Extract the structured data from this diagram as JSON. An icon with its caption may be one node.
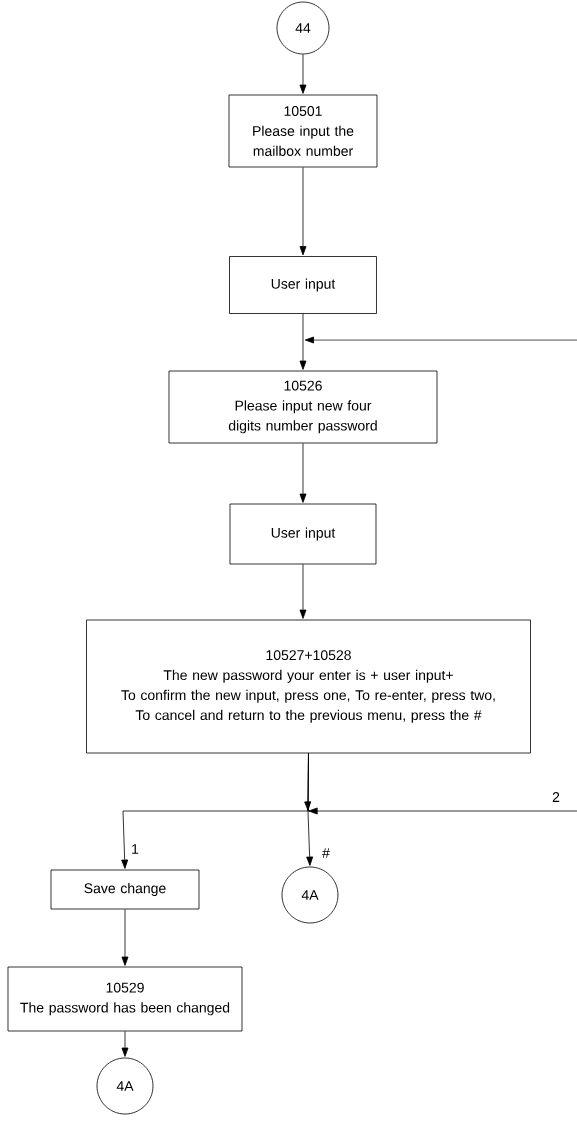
{
  "diagram": {
    "nodes": [
      {
        "text": [
          "44"
        ]
      },
      {
        "text": [
          "10501",
          "Please input the mailbox number"
        ]
      },
      {
        "text": [
          "User input"
        ]
      },
      {
        "text": [
          "10526",
          "Please input new four digits number password"
        ]
      },
      {
        "text": [
          "User input"
        ]
      },
      {
        "text": [
          "10527+10528",
          "The new password your enter is + user input+",
          "To confirm the new input, press one, To re-enter, press two, To cancel and return to the previous menu, press the #"
        ]
      },
      {
        "text": [
          "Save change"
        ]
      },
      {
        "text": [
          "4A"
        ]
      },
      {
        "text": [
          "10529",
          "The password has been changed"
        ]
      },
      {
        "text": [
          "4A"
        ]
      }
    ],
    "edges": [
      {
        "from": 0,
        "to": 1,
        "arrow": "to"
      },
      {
        "from": 1,
        "to": 2,
        "arrow": "to"
      },
      {
        "from": 2,
        "to": 3,
        "arrow": "to"
      },
      {
        "from": null,
        "to": 3,
        "arrow": "to"
      },
      {
        "from": 3,
        "to": 4,
        "arrow": "to"
      },
      {
        "from": 4,
        "to": 5,
        "arrow": "to"
      },
      {
        "from": 5,
        "to": 6,
        "arrow": "to",
        "label": "1"
      },
      {
        "from": 5,
        "to": 7,
        "arrow": "to",
        "label": "#"
      },
      {
        "from": 5,
        "to": null,
        "arrow": "none",
        "label": "2"
      },
      {
        "from": 6,
        "to": 8,
        "arrow": "to"
      },
      {
        "from": 8,
        "to": 9,
        "arrow": "to"
      }
    ]
  }
}
